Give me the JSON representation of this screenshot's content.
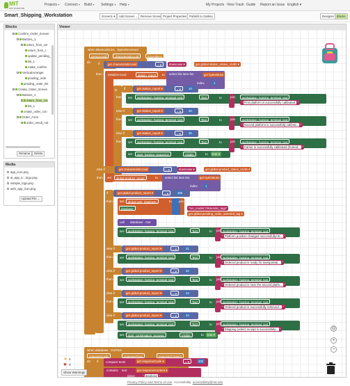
{
  "app": {
    "logo_top": "MIT",
    "logo_bottom": "APP INVENTOR"
  },
  "nav": {
    "menus": [
      "Projects",
      "Connect",
      "Build",
      "Settings",
      "Help"
    ],
    "right_links": [
      "My Projects",
      "View Trash",
      "Guide",
      "Report an Issue",
      "English"
    ]
  },
  "project": {
    "title": "Smart_Shipping_Workstation",
    "screen_select": "Screen1",
    "buttons": [
      "Add Screen ...",
      "Remove Screen",
      "Project Properties",
      "Publish to Gallery"
    ],
    "designer": "Designer",
    "blocks": "Blocks"
  },
  "blocks_panel": {
    "title": "Blocks",
    "tree": [
      "Confirm_Order_Screen",
      "Buttons_1",
      "return_from_ver",
      "return_from_c",
      "update_pending_",
      "list_1",
      "rotate_confirm",
      "VerticalArranger",
      "pending_orde",
      "pending_order_list",
      "Create_Order_Screen",
      "Buttons_1",
      "return_from_cre",
      "list_1",
      "create_order_con",
      "Order_Form",
      "order_result_not"
    ],
    "rename": "Rename",
    "delete": "Delete"
  },
  "media": {
    "title": "Media",
    "files": [
      "app_icon.png",
      "ai_app_ic...logo.png",
      "sample_logo.png",
      "web_app_icon.png"
    ],
    "upload": "Upload File ..."
  },
  "viewer": {
    "title": "Viewer"
  },
  "blocks_code": {
    "when_ble": "when  BluetoothLE1 .  BytesReceived",
    "params": [
      "serviceUuid",
      "characteristicUuid",
      "byteValues"
    ],
    "do": "do",
    "if": "if",
    "then": "then",
    "else_if": "else if",
    "get": "get",
    "characteristic_uuid": "characteristicUuid",
    "eq": "=",
    "downcase": "downcase",
    "global_station_status": "global station_status_UUID",
    "initialize_local": "initialize local",
    "station_report": "station_report",
    "to": "to",
    "select_list_item": "select list item  list",
    "byte_values": "byteValues",
    "index": "index",
    "idx1": "1",
    "v10": "10",
    "v20": "20",
    "v30": "30",
    "v255": "255",
    "set": "set",
    "workstation_text": "workstation_homing_terminal_text",
    "text_prop": "Text",
    "to_join": "to",
    "join": "join",
    "msg1": "First platform is successfully calibrated.",
    "msg2": "Second platform is successfully calibrat...",
    "msg3": "Carrier is successfully calibrated (homed...",
    "start_homing": "start_homing_sequence",
    "visible": "Visible",
    "true": "true",
    "global_product_status": "global product_status_UUID",
    "global_product_report": "global product_report",
    "global_web_database": "global web_database",
    "database": "database",
    "tag": "\"run_model::OK&order_tags\"",
    "global_pending": "global pending_order_selected_tag",
    "call": "call",
    "db_get": "database . Get",
    "msg4": "Platform position changed successfully! B...",
    "msg5": "Ordered product is ready for transportati...",
    "msg6": "Ordered product is near the second platfo...",
    "msg7": "Ordered product is successfully retrieved...",
    "msg8": "Shipping (order) receipt is successfully...",
    "confirmation_process": "start_confirmation_process",
    "when_db": "when  database . GotText",
    "db_params": [
      "responseCode",
      "responseType",
      "responseContent"
    ],
    "compare_texts": "compare texts",
    "response_code": "responseCode",
    "contains": "contains",
    "text": "text",
    "response_content": "responseContent",
    "piece": "piece",
    "database_str": "database",
    "warn_count": "0",
    "err_count": "0",
    "show_warnings": "Show Warnings"
  },
  "footer": {
    "privacy": "Privacy Policy and Terms of Use",
    "accessibility_label": "Accessibility:",
    "accessibility_link": "accessibility@mit.edu"
  }
}
